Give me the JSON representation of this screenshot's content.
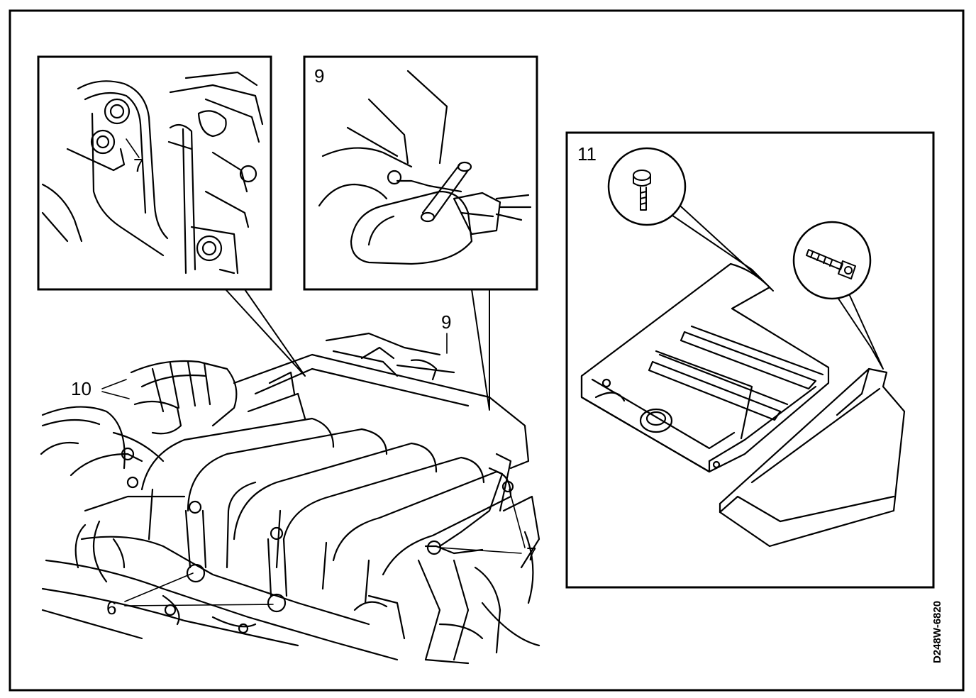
{
  "callouts": {
    "inset_7_label": "7",
    "inset_9_label": "9",
    "inset_11_label": "11",
    "main_9_label": "9",
    "main_10_label": "10",
    "main_7_label": "7",
    "main_6_label": "6"
  },
  "figure_code": "D248W-6820"
}
